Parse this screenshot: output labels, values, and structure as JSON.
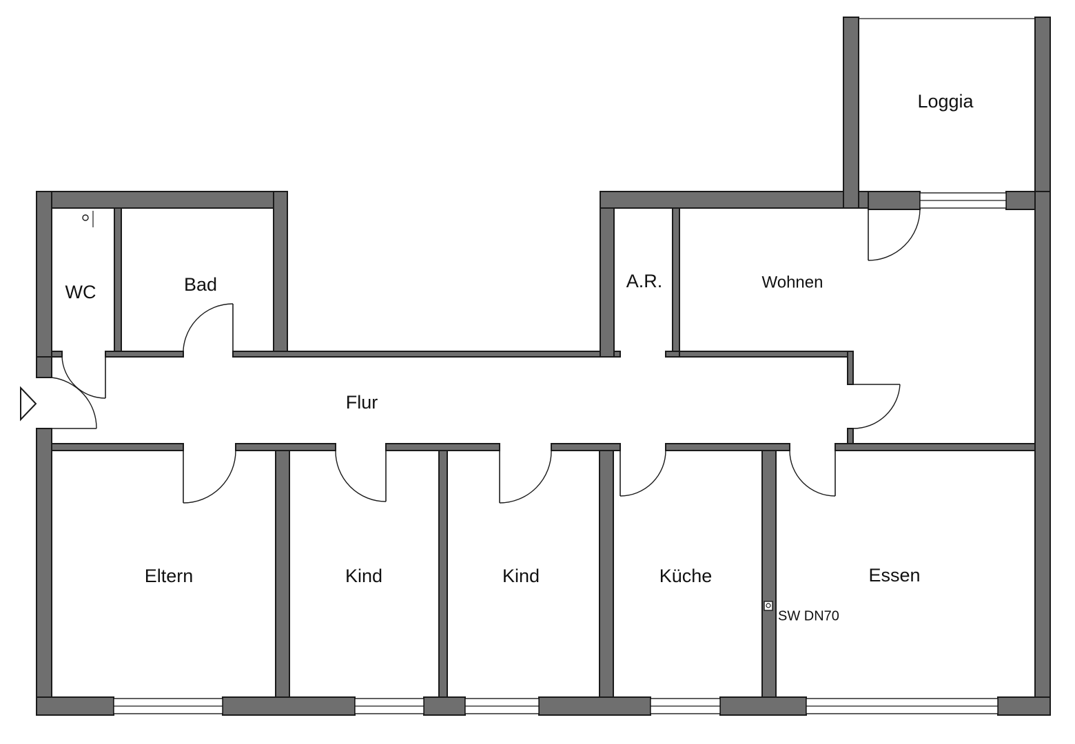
{
  "rooms": {
    "loggia": "Loggia",
    "wc": "WC",
    "bad": "Bad",
    "ar": "A.R.",
    "wohnen": "Wohnen",
    "flur": "Flur",
    "eltern": "Eltern",
    "kind_1": "Kind",
    "kind_2": "Kind",
    "kueche": "Küche",
    "essen": "Essen"
  },
  "annotations": {
    "drain": "SW DN70"
  },
  "colors": {
    "wall_fill": "#6f6f6f",
    "line": "#1a1a1a",
    "background": "#ffffff"
  }
}
